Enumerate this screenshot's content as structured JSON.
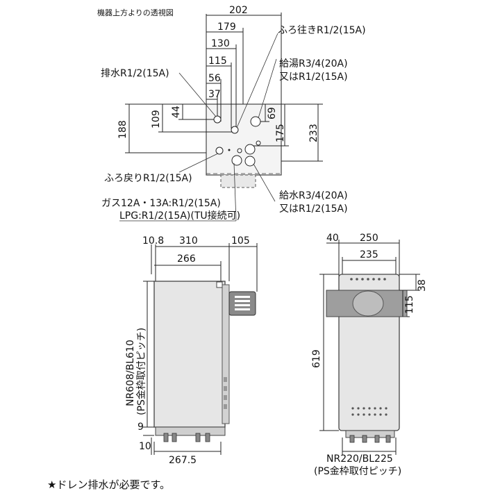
{
  "top_view": {
    "caption": "機器上方よりの透視図",
    "dims_horizontal": [
      "202",
      "179",
      "130",
      "115",
      "56",
      "37"
    ],
    "dims_vertical": [
      "188",
      "109",
      "44",
      "69",
      "175",
      "233"
    ],
    "callouts": {
      "drain": "排水R1/2(15A)",
      "bath_out": "ふろ往きR1/2(15A)",
      "hot_water_1": "給湯R3/4(20A)",
      "hot_water_2": "又はR1/2(15A)",
      "bath_return": "ふろ戻りR1/2(15A)",
      "cold_water_1": "給水R3/4(20A)",
      "cold_water_2": "又はR1/2(15A)",
      "gas_1": "ガス12A・13A:R1/2(15A)",
      "gas_2": "LPG:R1/2(15A)(TU接続可)"
    }
  },
  "side_view": {
    "dims": [
      "10.8",
      "310",
      "105",
      "266",
      "9",
      "10",
      "267.5"
    ],
    "pitch_label": "NR608/BL610",
    "pitch_sub": "(PS金枠取付ピッチ)"
  },
  "front_view": {
    "dims": [
      "40",
      "250",
      "235",
      "38",
      "115",
      "619"
    ],
    "pitch_label": "NR220/BL225",
    "pitch_sub": "(PS金枠取付ピッチ)"
  },
  "footnote": "★ドレン排水が必要です。"
}
